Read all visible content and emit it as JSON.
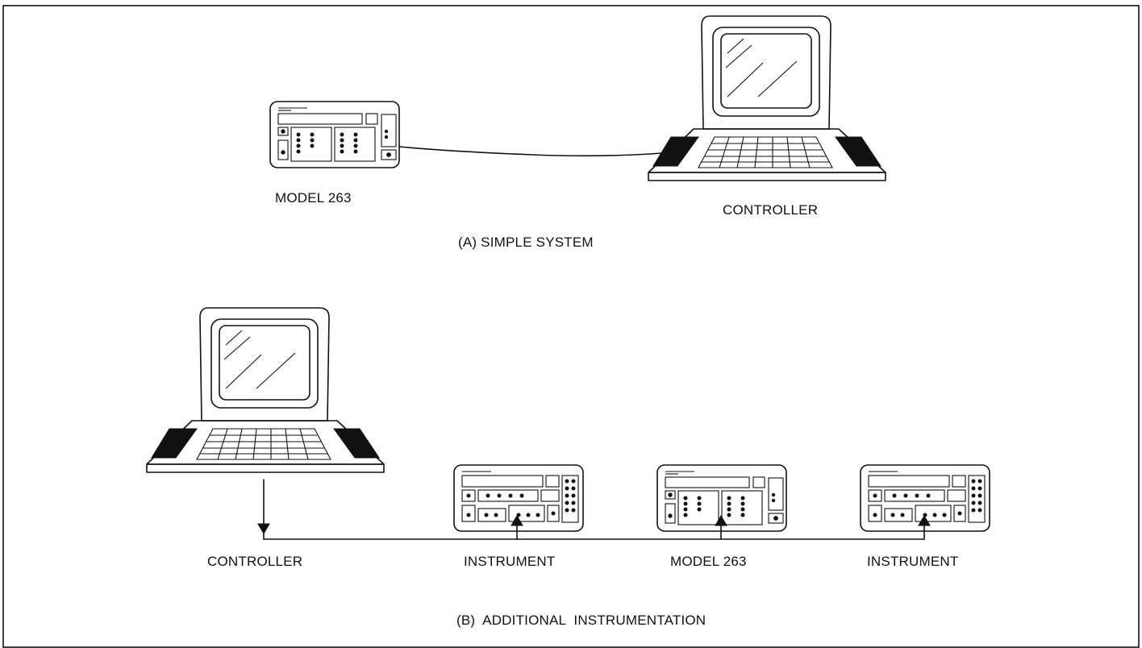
{
  "simple_system": {
    "caption": "(A) SIMPLE SYSTEM",
    "model_label": "MODEL 263",
    "controller_label": "CONTROLLER"
  },
  "additional_instrumentation": {
    "caption": "(B)  ADDITIONAL  INSTRUMENTATION",
    "controller_label": "CONTROLLER",
    "instrument_1_label": "INSTRUMENT",
    "model_label": "MODEL 263",
    "instrument_2_label": "INSTRUMENT"
  },
  "colors": {
    "ink": "#111111",
    "paper": "#ffffff"
  },
  "icons": [
    "computer-terminal-icon",
    "model-263-instrument-icon",
    "generic-instrument-icon",
    "bus-arrow-icon"
  ]
}
